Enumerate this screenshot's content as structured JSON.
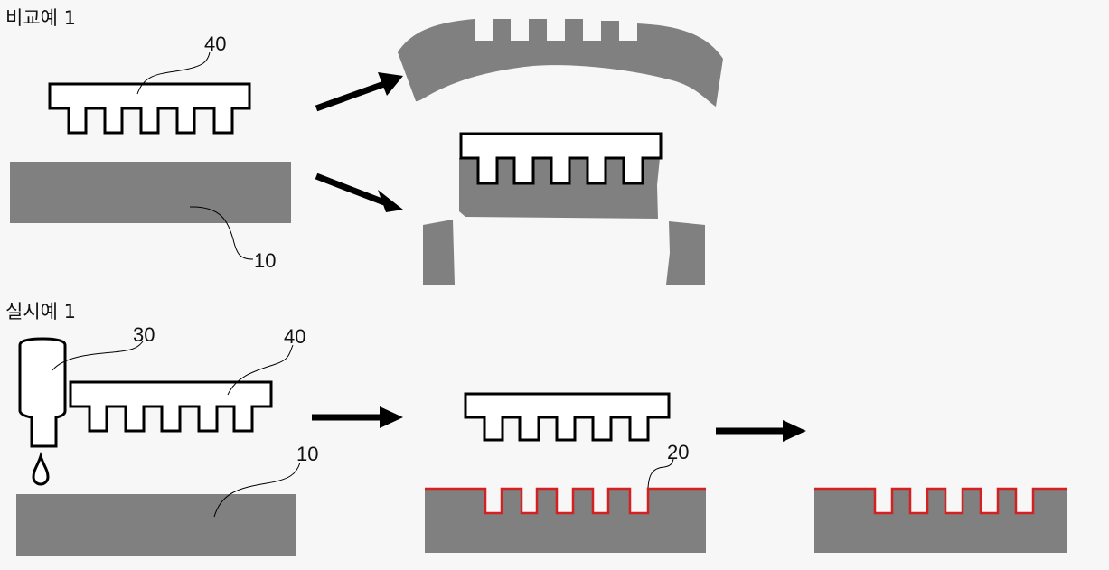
{
  "sections": {
    "comparative": {
      "title": "비교예 1",
      "labels": {
        "mold": "40",
        "substrate": "10"
      }
    },
    "example": {
      "title": "실시예 1",
      "labels": {
        "dispenser": "30",
        "mold": "40",
        "substrate": "10",
        "coating": "20"
      }
    }
  },
  "colors": {
    "substrate": "#808080",
    "coating": "#d42020",
    "outline": "#000000"
  }
}
